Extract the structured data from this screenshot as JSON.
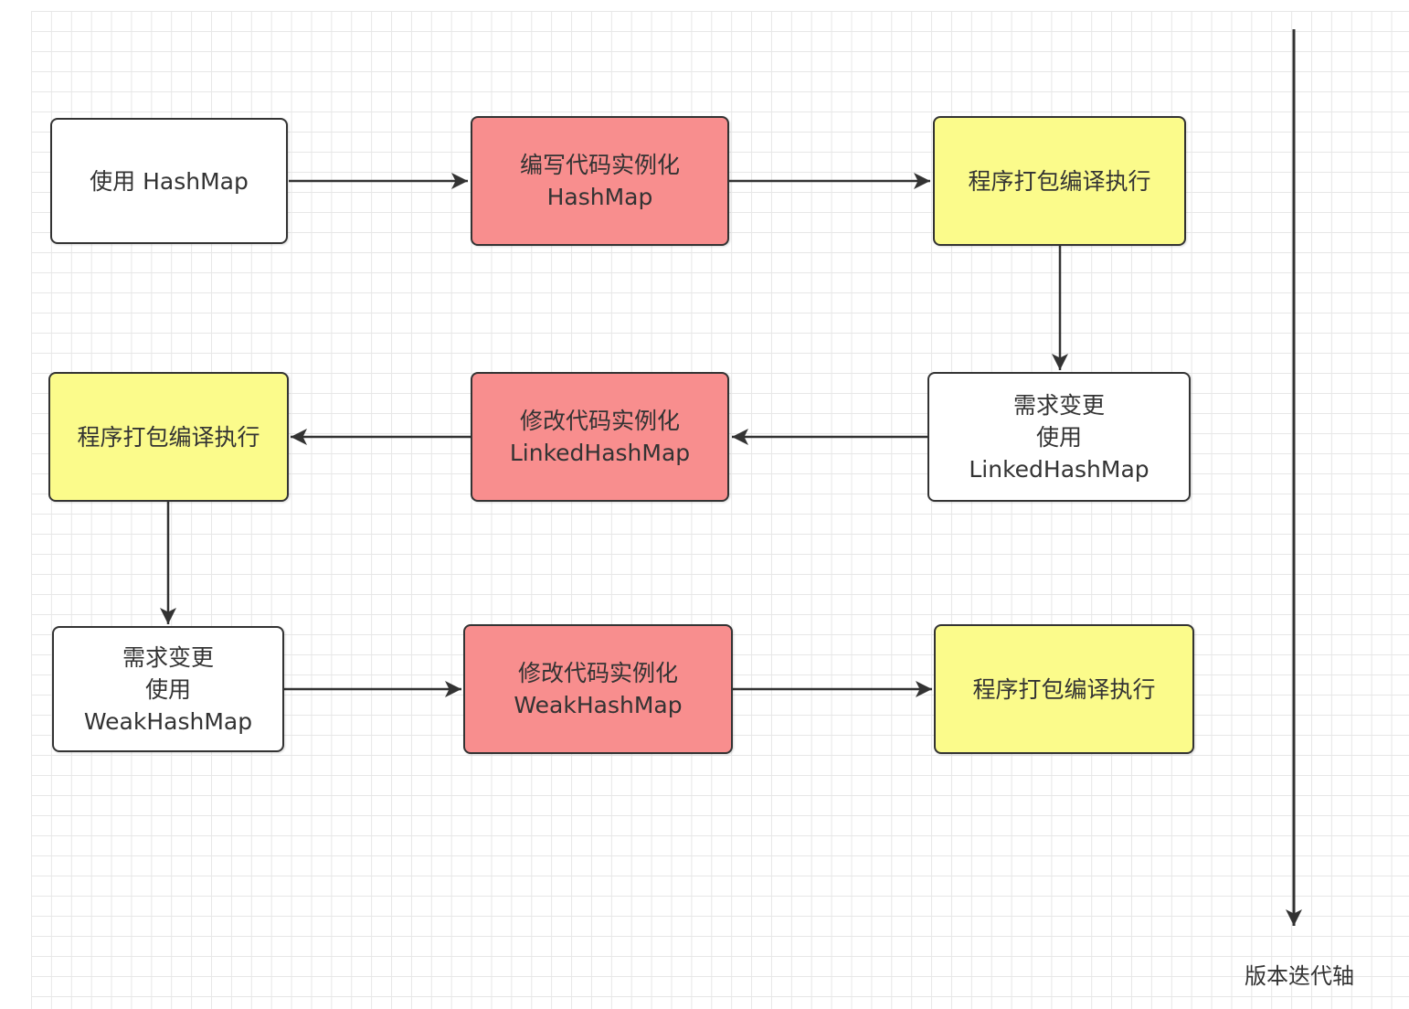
{
  "colors": {
    "white_node": "#ffffff",
    "code_node": "#f88e8e",
    "build_node": "#fbfb8b",
    "stroke": "#333333"
  },
  "nodes": {
    "use_hashmap": {
      "lines": [
        "使用 HashMap"
      ],
      "kind": "white_node"
    },
    "write_hashmap": {
      "lines": [
        "编写代码实例化",
        "HashMap"
      ],
      "kind": "code_node"
    },
    "build_1": {
      "lines": [
        "程序打包编译执行"
      ],
      "kind": "build_node"
    },
    "change_linked": {
      "lines": [
        "需求变更",
        "使用",
        "LinkedHashMap"
      ],
      "kind": "white_node"
    },
    "modify_linked": {
      "lines": [
        "修改代码实例化",
        "LinkedHashMap"
      ],
      "kind": "code_node"
    },
    "build_2": {
      "lines": [
        "程序打包编译执行"
      ],
      "kind": "build_node"
    },
    "change_weak": {
      "lines": [
        "需求变更",
        "使用",
        "WeakHashMap"
      ],
      "kind": "white_node"
    },
    "modify_weak": {
      "lines": [
        "修改代码实例化",
        "WeakHashMap"
      ],
      "kind": "code_node"
    },
    "build_3": {
      "lines": [
        "程序打包编译执行"
      ],
      "kind": "build_node"
    }
  },
  "edges": [
    {
      "from": "use_hashmap",
      "to": "write_hashmap"
    },
    {
      "from": "write_hashmap",
      "to": "build_1"
    },
    {
      "from": "build_1",
      "to": "change_linked"
    },
    {
      "from": "change_linked",
      "to": "modify_linked"
    },
    {
      "from": "modify_linked",
      "to": "build_2"
    },
    {
      "from": "build_2",
      "to": "change_weak"
    },
    {
      "from": "change_weak",
      "to": "modify_weak"
    },
    {
      "from": "modify_weak",
      "to": "build_3"
    }
  ],
  "axis": {
    "label": "版本迭代轴",
    "direction": "down"
  }
}
